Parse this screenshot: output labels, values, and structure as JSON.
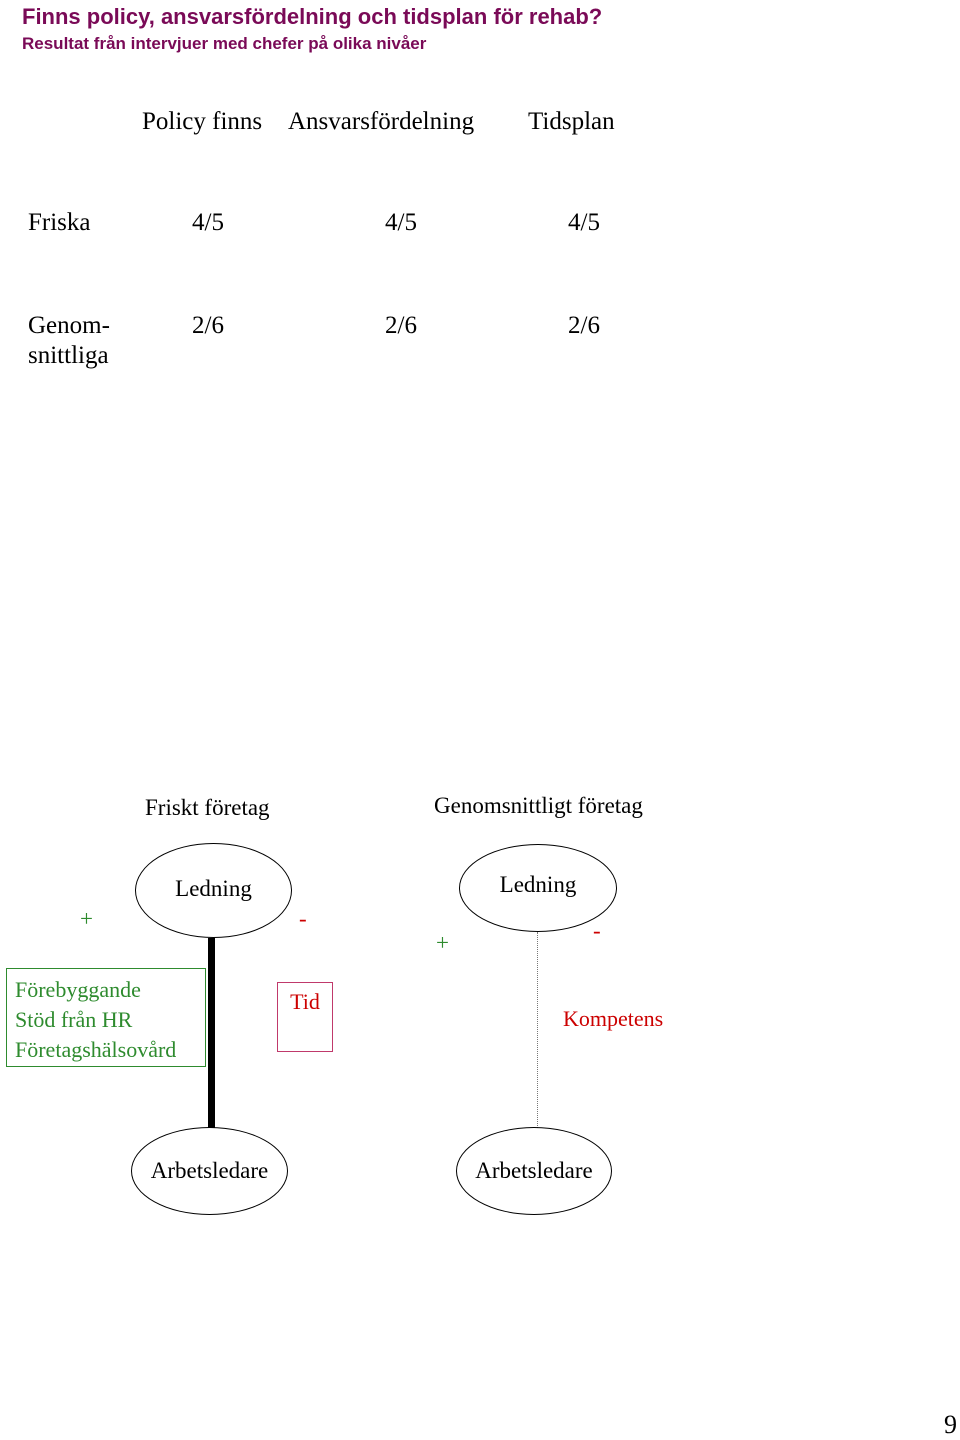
{
  "header": {
    "title": "Finns policy, ansvarsfördelning och tidsplan för rehab?",
    "subtitle": "Resultat från intervjuer med chefer på olika nivåer"
  },
  "table": {
    "columns": [
      "Policy finns",
      "Ansvarsfördelning",
      "Tidsplan"
    ],
    "rows": [
      {
        "label": "Friska",
        "label_line2": "",
        "values": [
          "4/5",
          "4/5",
          "4/5"
        ]
      },
      {
        "label": "Genom-",
        "label_line2": "snittliga",
        "values": [
          "2/6",
          "2/6",
          "2/6"
        ]
      }
    ]
  },
  "diagram": {
    "left": {
      "heading": "Friskt företag",
      "top_node": "Ledning",
      "bottom_node": "Arbetsledare",
      "plus": "+",
      "minus": "-",
      "plus_factors": [
        "Förebyggande",
        "Stöd från HR",
        "Företagshälsovård"
      ],
      "minus_factors": [
        "Tid"
      ]
    },
    "right": {
      "heading": "Genomsnittligt företag",
      "top_node": "Ledning",
      "bottom_node": "Arbetsledare",
      "plus": "+",
      "minus": "-",
      "minus_factors": [
        "Kompetens"
      ]
    }
  },
  "page_number": "9",
  "colors": {
    "title": "#7a0a57",
    "positive": "#2e8b2e",
    "negative": "#cc0000"
  }
}
